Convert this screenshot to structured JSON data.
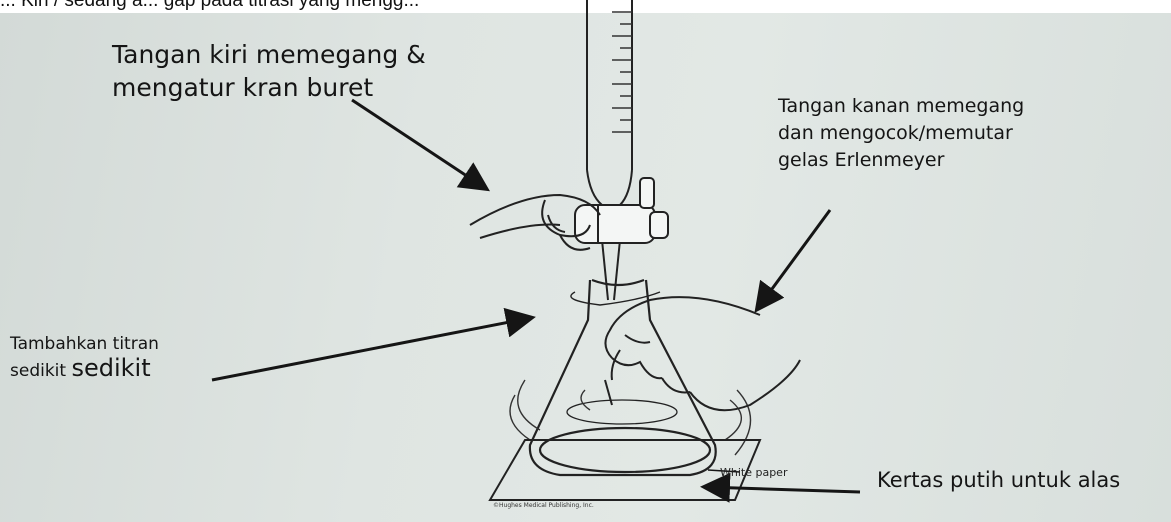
{
  "top_text_cropped": "... Kiri / sedang a... gap pada titrasi yang mengg...",
  "labels": {
    "left_hand": [
      "Tangan kiri memegang &",
      "mengatur kran buret"
    ],
    "right_hand": [
      "Tangan kanan memegang",
      "dan mengocok/memutar",
      "gelas Erlenmeyer"
    ],
    "add_titrant": {
      "line1": "Tambahkan titran",
      "line2_small": "sedikit",
      "line2_big": "sedikit"
    },
    "white_paper_base": "Kertas putih untuk alas",
    "white_paper_small": "White paper",
    "copyright_tiny": "©Hughes Medical Publishing, Inc."
  }
}
